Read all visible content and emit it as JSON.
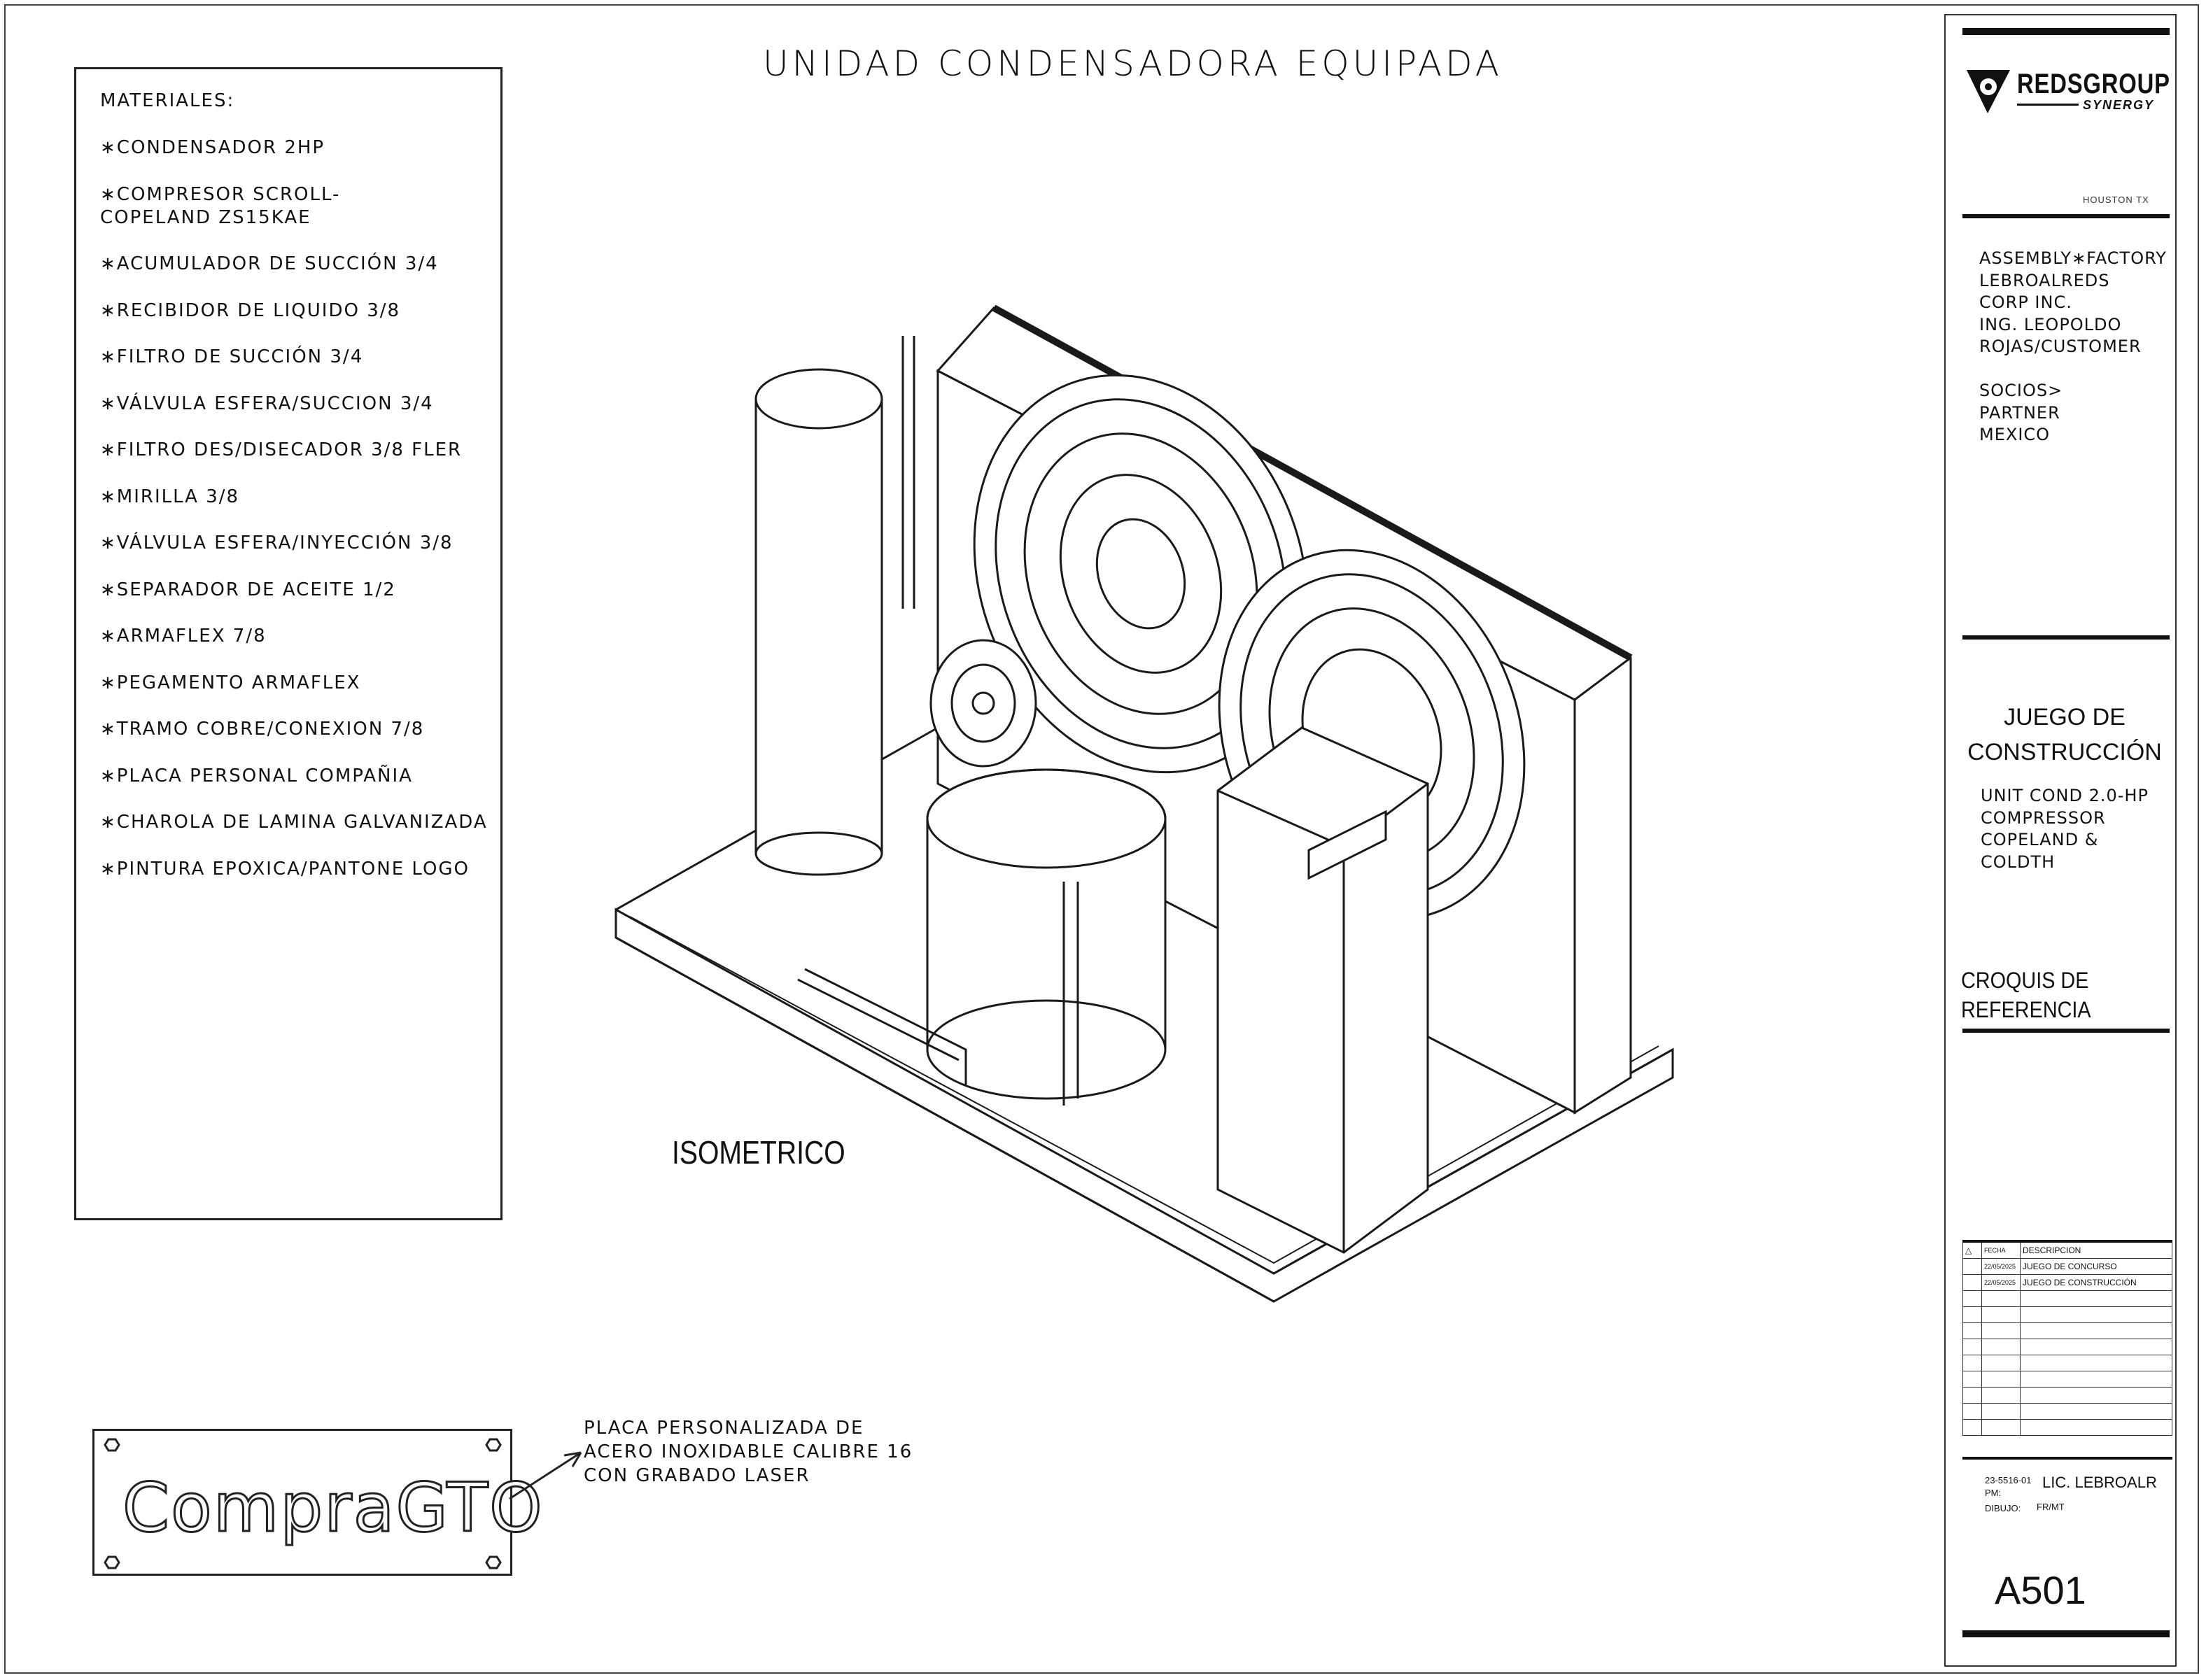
{
  "title": "UNIDAD  CONDENSADORA  EQUIPADA",
  "materials": {
    "heading": "MATERIALES:",
    "items": [
      "∗CONDENSADOR  2HP",
      "∗COMPRESOR  SCROLL-\n   COPELAND  ZS15KAE",
      "∗ACUMULADOR  DE  SUCCIÓN  3/4",
      "∗RECIBIDOR  DE  LIQUIDO  3/8",
      "∗FILTRO  DE  SUCCIÓN  3/4",
      "∗VÁLVULA  ESFERA/SUCCION  3/4",
      "∗FILTRO  DES/DISECADOR  3/8  FLER",
      "∗MIRILLA  3/8",
      "∗VÁLVULA  ESFERA/INYECCIÓN  3/8",
      "∗SEPARADOR  DE  ACEITE  1/2",
      "∗ARMAFLEX  7/8",
      "∗PEGAMENTO  ARMAFLEX",
      "∗TRAMO  COBRE/CONEXION  7/8",
      "∗PLACA  PERSONAL  COMPAÑIA",
      "∗CHAROLA  DE  LAMINA  GALVANIZADA",
      "∗PINTURA  EPOXICA/PANTONE  LOGO"
    ]
  },
  "drawing": {
    "view_label": "ISOMETRICO"
  },
  "plate": {
    "logo_text": "CompraGTO",
    "note_lines": [
      "PLACA  PERSONALIZADA  DE",
      "ACERO  INOXIDABLE  CALIBRE  16",
      "CON  GRABADO  LASER"
    ]
  },
  "title_block": {
    "brand_name": "REDSGROUP",
    "brand_sub": "SYNERGY",
    "city": "HOUSTON  TX",
    "info_lines": [
      "ASSEMBLY∗FACTORY",
      "LEBROALREDS",
      "CORP  INC.",
      "ING.  LEOPOLDO",
      "ROJAS/CUSTOMER",
      "",
      "SOCIOS>",
      "PARTNER",
      "MEXICO"
    ],
    "project_title_lines": [
      "JUEGO DE",
      "CONSTRUCCIÓN"
    ],
    "project_sub_lines": [
      "UNIT  COND  2.0-HP",
      "COMPRESSOR",
      "COPELAND  &",
      "COLDTH"
    ],
    "sheet_type_lines": [
      "CROQUIS DE",
      "REFERENCIA"
    ],
    "revisions": {
      "headers": [
        "△",
        "FECHA",
        "DESCRIPCION"
      ],
      "rows": [
        [
          "",
          "22/05/2025",
          "JUEGO DE CONCURSO"
        ],
        [
          "",
          "22/05/2025",
          "JUEGO DE CONSTRUCCIÓN"
        ]
      ]
    },
    "project_number": "23-5516-01",
    "pm_label": "PM:",
    "pm_name": "LIC. LEBROALR",
    "drawn_label": "DIBUJO:",
    "drawn_value": "FR/MT",
    "sheet_number": "A501"
  }
}
